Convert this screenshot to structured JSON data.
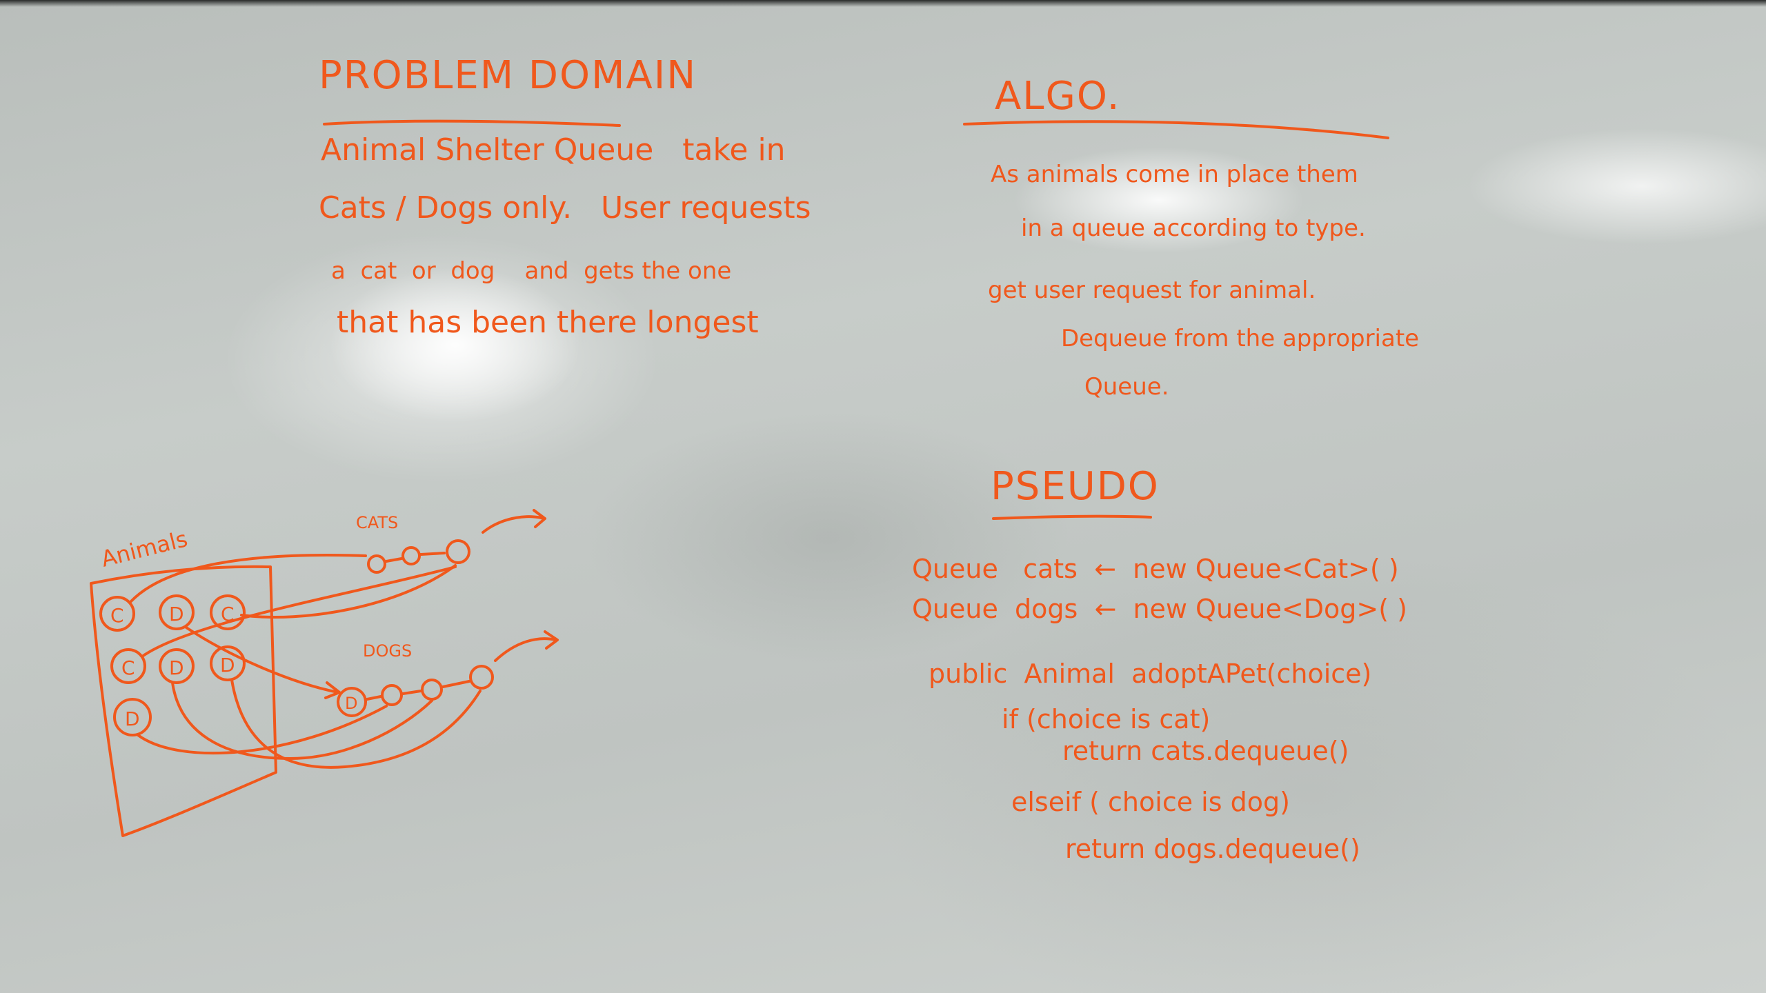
{
  "problem": {
    "title": "PROBLEM DOMAIN",
    "lines": [
      "Animal Shelter Queue   take in",
      "Cats / Dogs only.   User requests",
      "a  cat  or  dog    and  gets the one",
      "that has been there longest"
    ]
  },
  "algo": {
    "title": "ALGO.",
    "lines": [
      "As animals come in place them",
      "in a queue according to type.",
      "get user request for animal.",
      "Dequeue from the appropriate",
      "Queue."
    ]
  },
  "pseudo": {
    "title": "PSEUDO",
    "lines": [
      "Queue   cats  ←  new Queue<Cat>( )",
      "Queue  dogs  ←  new Queue<Dog>( )",
      "public  Animal  adoptAPet(choice)",
      "if (choice is cat)",
      "return cats.dequeue()",
      "elseif ( choice is dog)",
      "return dogs.dequeue()"
    ]
  },
  "diagram": {
    "group_label": "Animals",
    "cats_label": "CATS",
    "dogs_label": "DOGS",
    "cat_symbol": "C",
    "dog_symbol": "D"
  }
}
